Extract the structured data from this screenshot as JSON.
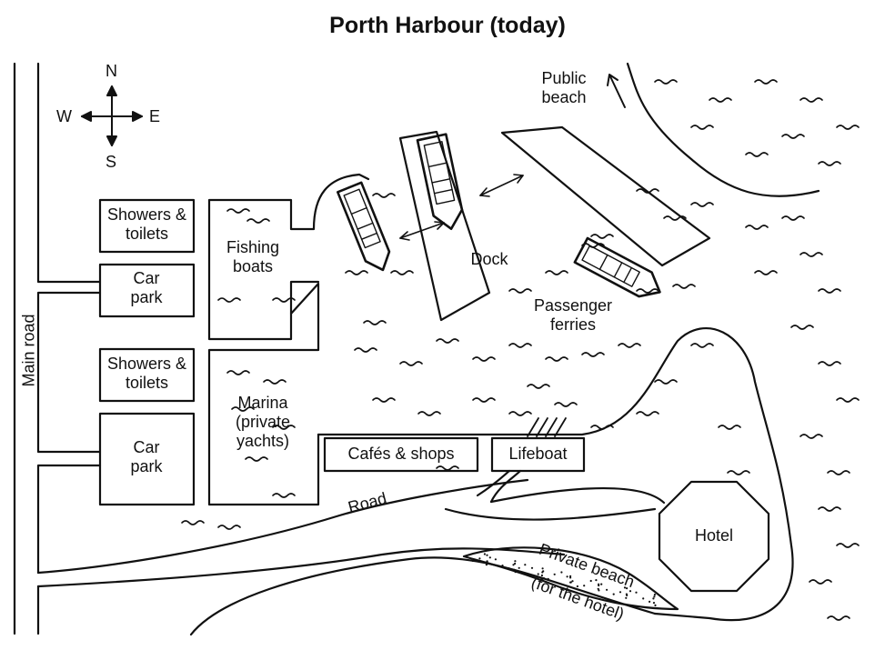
{
  "title": "Porth Harbour (today)",
  "compass": {
    "north": "N",
    "south": "S",
    "east": "E",
    "west": "W",
    "icon": "compass-rose-icon"
  },
  "labels": {
    "showers_1": "Showers & toilets",
    "car_park_1": "Car park",
    "showers_2": "Showers & toilets",
    "car_park_2": "Car park",
    "main_road": "Main road",
    "fishing_boats": "Fishing boats",
    "marina": "Marina (private yachts)",
    "cafes_shops": "Cafés & shops",
    "lifeboat": "Lifeboat",
    "road": "Road",
    "hotel": "Hotel",
    "private_beach": "Private beach",
    "for_the_hotel": "(for the hotel)",
    "dock": "Dock",
    "passenger_ferries": "Passenger ferries",
    "public_beach": "Public beach"
  }
}
